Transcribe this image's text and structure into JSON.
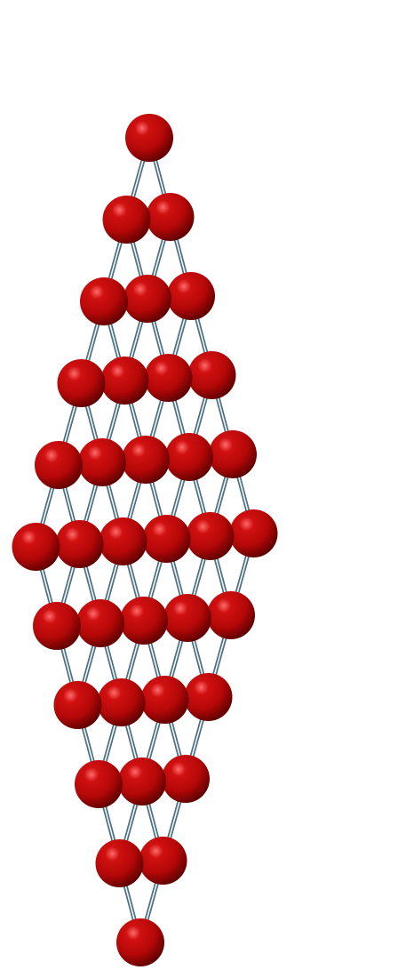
{
  "diagram": {
    "type": "ball-and-stick-lattice",
    "lattice": {
      "rows": 6,
      "columns": 6
    },
    "colors": {
      "atom_highlight": "#ff6a6a",
      "atom_mid": "#d01010",
      "atom_shadow": "#5a0000",
      "bond_dark": "#4f6f7c",
      "bond_light": "#eaf6fb",
      "background": "#ffffff"
    }
  }
}
